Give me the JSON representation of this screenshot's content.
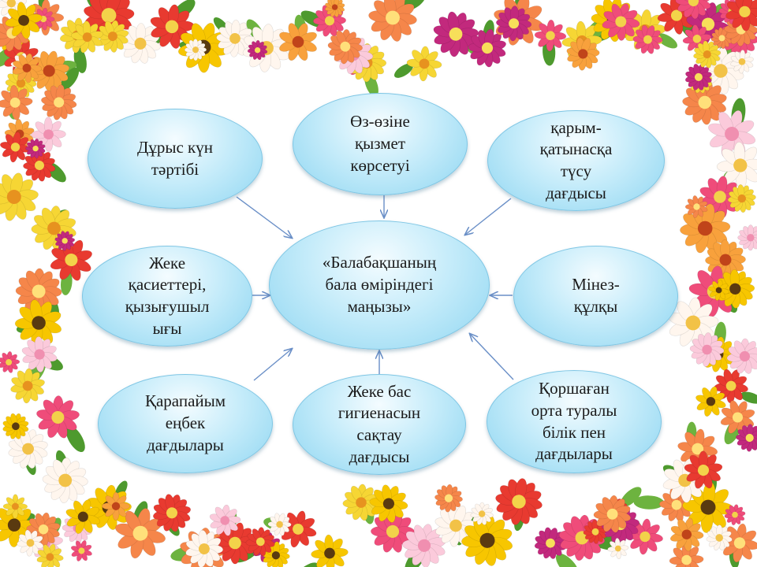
{
  "diagram": {
    "center": "«Балабақшаның\nбала өміріндегі\nмаңызы»",
    "nodes": {
      "daily_routine": "Дұрыс күн\nтәртібі",
      "self_service": "Өз-өзіне\nқызмет\nкөрсетуі",
      "communication": "қарым-\nқатынасқа\nтүсу\nдағдысы",
      "personal_qualities": "Жеке\nқасиеттері,\nқызығушыл\nығы",
      "behaviour": "Мінез-\nқұлқы",
      "labour_skills": "Қарапайым\nеңбек\nдағдылары",
      "hygiene": "Жеке бас\nгигиенасын\nсақтау\nдағдысы",
      "environment": "Қоршаған\nорта туралы\nбілік пен\nдағдылары"
    }
  },
  "colors": {
    "oval_fill_light": "#f4fcff",
    "oval_fill_dark": "#8fd6f1",
    "oval_border": "#7fc6e4",
    "arrow": "#6a8fc7",
    "text": "#1a1a1a"
  },
  "decoration": {
    "frame": "flower-border"
  }
}
